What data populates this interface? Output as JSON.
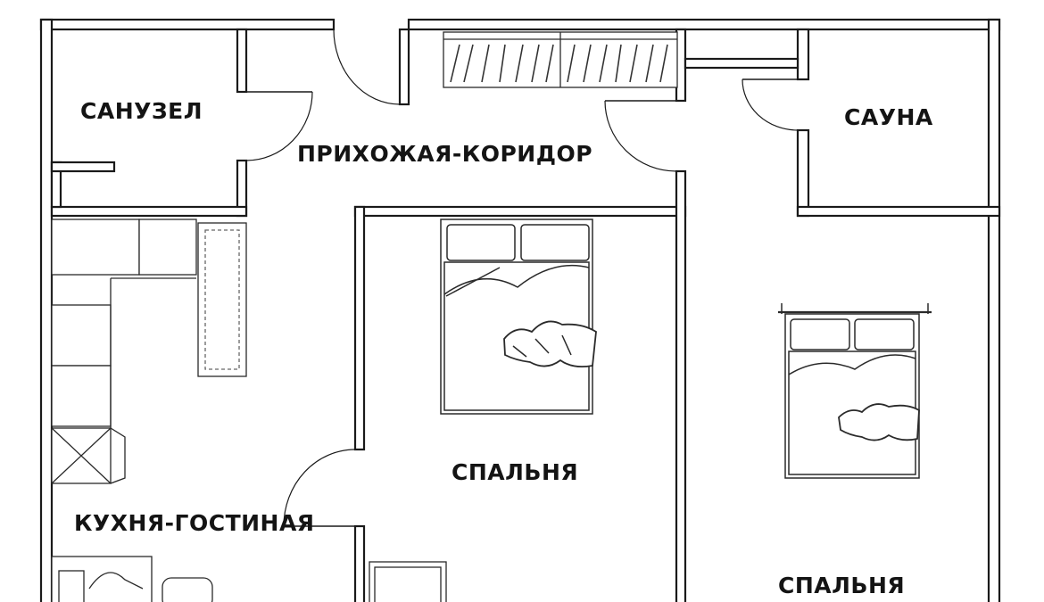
{
  "rooms": {
    "bathroom": "САНУЗЕЛ",
    "hallway": "ПРИХОЖАЯ-КОРИДОР",
    "sauna": "САУНА",
    "bedroom_1": "СПАЛЬНЯ",
    "kitchen_living": "КУХНЯ-ГОСТИНАЯ",
    "bedroom_2": "СПАЛЬНЯ"
  },
  "colors": {
    "wall": "#1a1a1a",
    "wall_fill": "#ffffff",
    "furniture_line": "#2a2a2a",
    "label": "#141414"
  }
}
